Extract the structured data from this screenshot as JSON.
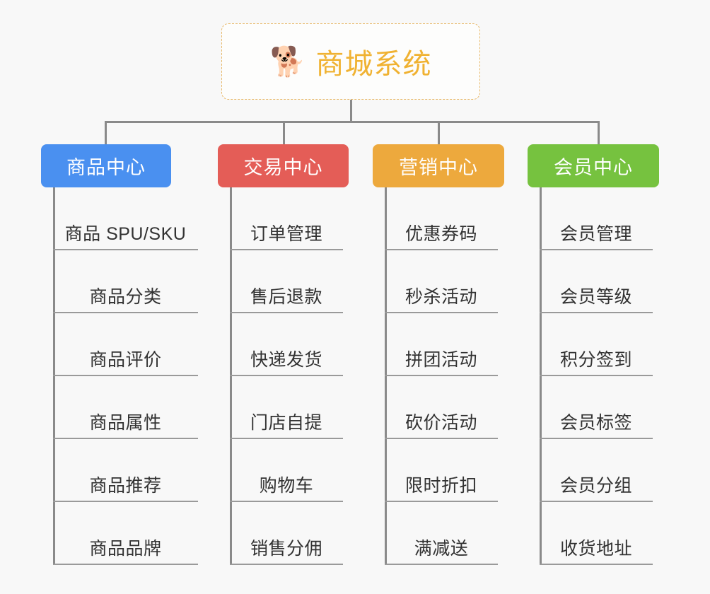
{
  "diagram": {
    "type": "mind-map",
    "background_color": "#f8f8f8",
    "root": {
      "icon": "shiba-dog-face-icon",
      "icon_glyph": "🐕",
      "title": "商城系统",
      "text_color": "#f0b232",
      "border_color": "#e8b96a",
      "border_style": "dashed"
    },
    "connector_color": "#8a8a8a",
    "leaf_text_color": "#323232",
    "leaf_underline_color": "#9a9a9a",
    "branches": [
      {
        "label": "商品中心",
        "color": "#4a90f0",
        "width": 184,
        "items": [
          "商品 SPU/SKU",
          "商品分类",
          "商品评价",
          "商品属性",
          "商品推荐",
          "商品品牌"
        ]
      },
      {
        "label": "交易中心",
        "color": "#e45d57",
        "width": 185,
        "items": [
          "订单管理",
          "售后退款",
          "快递发货",
          "门店自提",
          "购物车",
          "销售分佣"
        ]
      },
      {
        "label": "营销中心",
        "color": "#eda93d",
        "width": 186,
        "items": [
          "优惠券码",
          "秒杀活动",
          "拼团活动",
          "砍价活动",
          "限时折扣",
          "满减送"
        ]
      },
      {
        "label": "会员中心",
        "color": "#76c23f",
        "width": 186,
        "items": [
          "会员管理",
          "会员等级",
          "积分签到",
          "会员标签",
          "会员分组",
          "收货地址"
        ]
      }
    ]
  }
}
